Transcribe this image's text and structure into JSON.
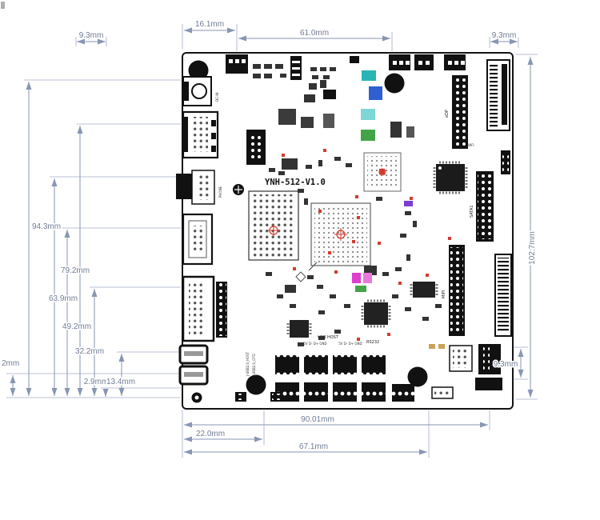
{
  "drawing": {
    "board_title": "YNH-512-V1.0",
    "silkscreen": {
      "usb_host": "USB HOST",
      "usb_pins_left": "5V D- D+ GND",
      "usb_pins_right": "5V D- D+ GND",
      "rs232": "RS232",
      "edp": "eDP",
      "sata": "SATA1",
      "mipi": "MIPI",
      "wifi": "WIFI",
      "dc_in": "DC-IN",
      "phone": "PHONE",
      "usb_header_1": "J-USB2.0_HOST",
      "usb_header_2": "J-USB2.0_OTG"
    },
    "dimensions": {
      "top_left_offset": "9.3mm",
      "top_width_1": "16.1mm",
      "top_width_2": "61.0mm",
      "top_right_offset": "9.3mm",
      "right_height": "102.7mm",
      "right_offset": "9.3mm",
      "left_1": "94.3mm",
      "left_2": "79.2mm",
      "left_3": "63.9mm",
      "left_4": "49.2mm",
      "left_5": "32.2mm",
      "left_6": "2.9mm",
      "left_7": "13.4mm",
      "left_edge_partial": "2mm",
      "bottom_1": "90.01mm",
      "bottom_2": "22.0mm",
      "bottom_3": "67.1mm"
    },
    "colors": {
      "dimension": "#8796b3",
      "board_outline": "#141414",
      "accent_red": "#d23b2e",
      "accent_teal": "#2ab5b5",
      "accent_blue": "#2f5fd0",
      "accent_green": "#43a447",
      "accent_magenta": "#df3ecf"
    }
  }
}
